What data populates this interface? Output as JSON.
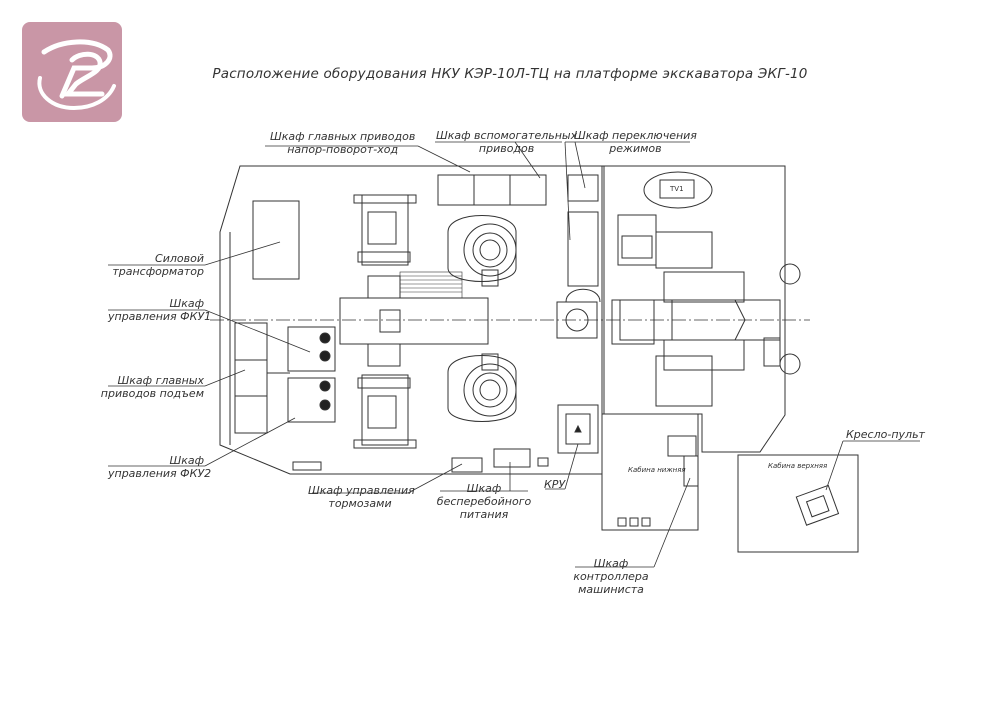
{
  "header": {
    "title": "Расположение оборудования НКУ КЭР-10Л-ТЦ на платформе экскаватора ЭКГ-10"
  },
  "labels": {
    "main_drives_cabinet": [
      "Шкаф главных приводов",
      "напор-поворот-ход"
    ],
    "aux_drives_cabinet": [
      "Шкаф вспомогательных",
      "приводов"
    ],
    "mode_switch_cabinet": [
      "Шкаф переключения",
      "режимов"
    ],
    "power_transformer": [
      "Силовой",
      "трансформатор"
    ],
    "fku1_cabinet": [
      "Шкаф",
      "управления ФКУ1"
    ],
    "hoist_drives_cabinet": [
      "Шкаф главных",
      "приводов подъем"
    ],
    "fku2_cabinet": [
      "Шкаф",
      "управления ФКУ2"
    ],
    "brake_cabinet": [
      "Шкаф управления",
      "тормозами"
    ],
    "ups_cabinet": [
      "Шкаф",
      "бесперебойного",
      "питания"
    ],
    "kru": [
      "КРУ"
    ],
    "controller_cabinet": [
      "Шкаф",
      "контроллера",
      "машиниста"
    ],
    "chair_console": [
      "Кресло-пульт"
    ]
  },
  "cab_labels": {
    "lower_cab": "Кабина нижняя",
    "upper_cab": "Кабина верхняя",
    "tu1": "TV1"
  },
  "colors": {
    "logo_bg": "#c996a6",
    "line": "#333333"
  },
  "icons": [
    "logo-icon"
  ]
}
